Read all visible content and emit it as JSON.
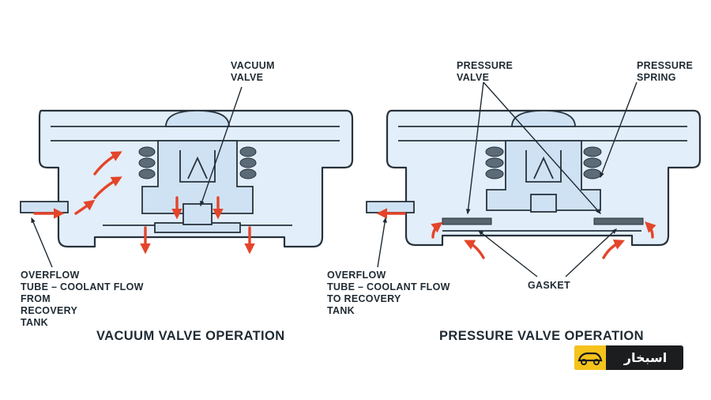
{
  "left_panel": {
    "labels": {
      "vacuum_valve_line1": "VACUUM",
      "vacuum_valve_line2": "VALVE",
      "overflow_line1": "OVERFLOW",
      "overflow_line2": "TUBE – COOLANT FLOW",
      "overflow_line3": "FROM",
      "overflow_line4": "RECOVERY",
      "overflow_line5": "TANK"
    },
    "caption": "VACUUM VALVE OPERATION"
  },
  "right_panel": {
    "labels": {
      "pressure_valve_line1": "PRESSURE",
      "pressure_valve_line2": "VALVE",
      "pressure_spring_line1": "PRESSURE",
      "pressure_spring_line2": "SPRING",
      "gasket": "GASKET",
      "overflow_line1": "OVERFLOW",
      "overflow_line2": "TUBE – COOLANT FLOW",
      "overflow_line3": "TO RECOVERY",
      "overflow_line4": "TANK"
    },
    "caption": "PRESSURE VALVE OPERATION"
  },
  "logo": {
    "text": "اسبخار",
    "icon": "car-logo-icon"
  },
  "colors": {
    "flow_arrow": "#e4452a",
    "cap_fill": "#e2eef9",
    "outline": "#27323b",
    "logo_accent": "#f5c31b",
    "logo_background": "#1b1d1f"
  }
}
